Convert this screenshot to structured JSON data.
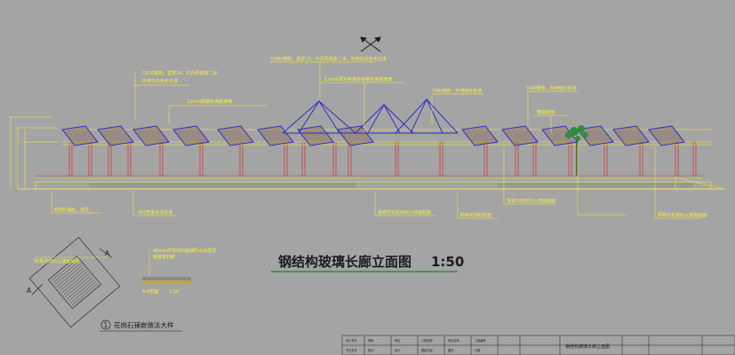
{
  "drawing": {
    "main_title": "钢结构玻璃长廊立面图",
    "main_scale": "1:50",
    "detail_number": "1",
    "detail_title": "花岗石铺嵌做法大样",
    "section_label": "A-A剖面",
    "section_scale": "1:20",
    "section_marker": "A"
  },
  "annotations": {
    "top_left": [
      "D150钢管，壁厚10，红丹防锈漆二涂",
      "外喷灰白色无光漆"
    ],
    "glass_left": "12mm厚钢化夹胶玻璃",
    "roof_top": [
      "D180钢管，壁厚10，红丹防锈漆二涂，外喷灰白色无光漆"
    ],
    "glass_mid": "12mm厚灰色热反射钢化夹胶玻璃",
    "d40_mid": "D40钢管，外喷暗红色漆",
    "d40_right": "D40钢管，外喷暗红色漆",
    "plant_right": "攀缘植物",
    "bottom": [
      "花岗石铺嵌，详见",
      "200宽素水泥砂浆",
      "金锈仿石花岗岩火烧面贴面",
      "砖砌花岗石贴面",
      "厚浆石花岗石火烧面贴面",
      "厚浆石花岗石火烧面贴面"
    ],
    "detail_side": "30厚花岗石火烧面铺装",
    "section_note": [
      "40mm厚花岗石面铺防水处理详",
      "嵌缝密封胶"
    ]
  },
  "title_block": {
    "drawing_name": "钢结构玻璃长廊立面图",
    "cells": [
      "设计负责",
      "审核",
      "审定",
      "工程名称",
      "项目名称",
      "工程编号",
      "专业负责",
      "校对",
      "设计",
      "图纸内容",
      "图号",
      "日期"
    ]
  },
  "colors": {
    "background": "#a4a4a4",
    "annotation": "#f4f43c",
    "roof_blue": "#2e2ec8",
    "column_red": "#d23c3c",
    "cyan": "#18a8a8",
    "plant": "#2f8c3c"
  }
}
